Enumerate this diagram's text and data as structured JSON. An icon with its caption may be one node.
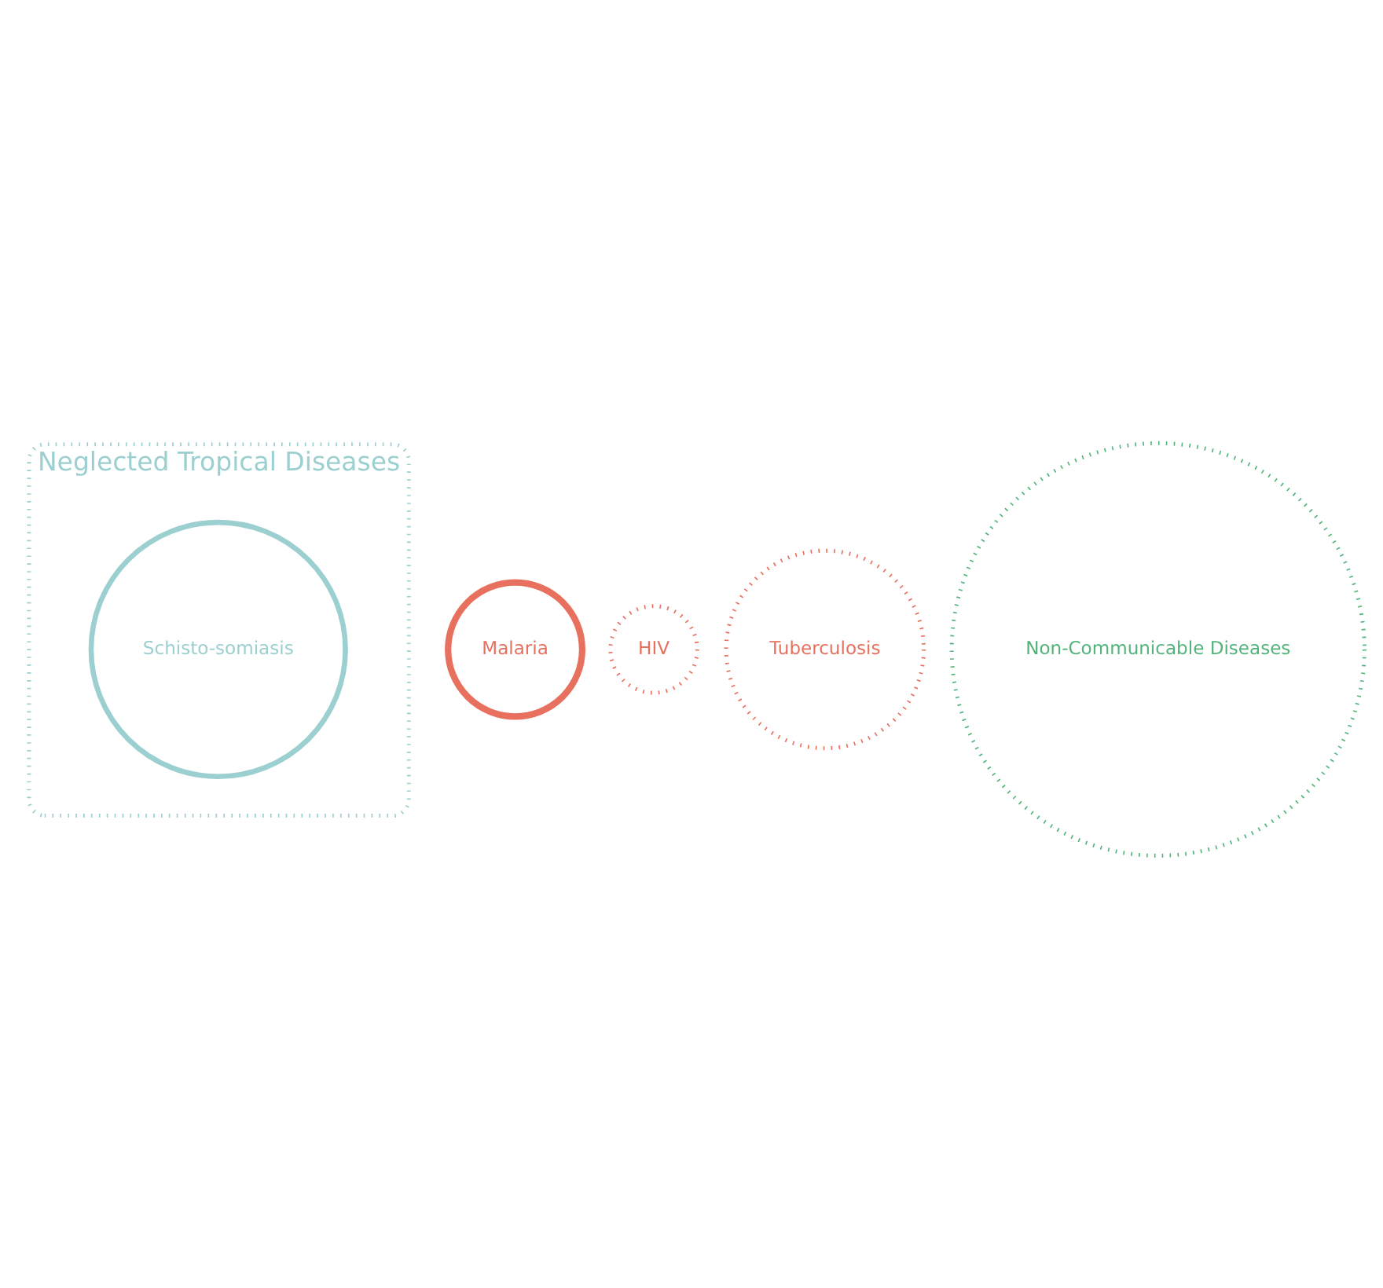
{
  "diagram": {
    "nodes": [
      {
        "text": [
          "Neglected Tropical Diseases"
        ]
      },
      {
        "text": [
          "Schisto-somiasis"
        ],
        "in": 0
      },
      {
        "text": [
          "Malaria"
        ]
      },
      {
        "text": [
          "HIV"
        ]
      },
      {
        "text": [
          "Tuberculosis"
        ]
      },
      {
        "text": [
          "Non-Communicable Diseases"
        ]
      }
    ]
  }
}
